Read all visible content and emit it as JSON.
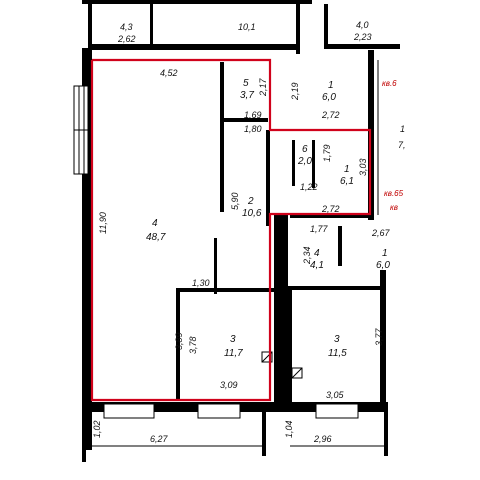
{
  "rooms": [
    {
      "id": "r4-3-top",
      "num": "4,3",
      "dim": "2,62"
    },
    {
      "id": "r-top-center",
      "num": "",
      "dim": "10,1"
    },
    {
      "id": "r4-0-top",
      "num": "4,0",
      "dim": "2,23"
    },
    {
      "id": "r5",
      "num": "5",
      "area": "3,7"
    },
    {
      "id": "r1-top",
      "num": "1",
      "area": "6,0"
    },
    {
      "id": "r6",
      "num": "6",
      "area": "2,0"
    },
    {
      "id": "r1-mid",
      "num": "1",
      "area": "6,1"
    },
    {
      "id": "r4-main",
      "num": "4",
      "area": "48,7"
    },
    {
      "id": "r2",
      "num": "2",
      "area": "10,6"
    },
    {
      "id": "r4-small",
      "num": "4",
      "area": "4,1"
    },
    {
      "id": "r1-right",
      "num": "1",
      "area": "6,0"
    },
    {
      "id": "r3-left",
      "num": "3",
      "area": "11,7"
    },
    {
      "id": "r3-right",
      "num": "3",
      "area": "11,5"
    },
    {
      "id": "r1-edge",
      "num": "1",
      "area": "7,"
    }
  ],
  "dimensions": {
    "d452": "4,52",
    "d217": "2,17",
    "d219": "2,19",
    "d169": "1,69",
    "d180": "1,80",
    "d272a": "2,72",
    "d179": "1,79",
    "d122": "1,22",
    "d303": "3,03",
    "d590": "5,90",
    "d1190": "11,90",
    "d272b": "2,72",
    "d177": "1,77",
    "d267": "2,67",
    "d234": "2,34",
    "d130": "1,30",
    "d389": "3,89",
    "d378": "3,78",
    "d377": "3,77",
    "d309": "3,09",
    "d305": "3,05",
    "d102": "1,02",
    "d627": "6,27",
    "d104": "1,04",
    "d296": "2,96"
  },
  "markers": {
    "kv_top": "кв.6",
    "kv_mid": "кв.65",
    "kv_mid_b": "кв"
  }
}
